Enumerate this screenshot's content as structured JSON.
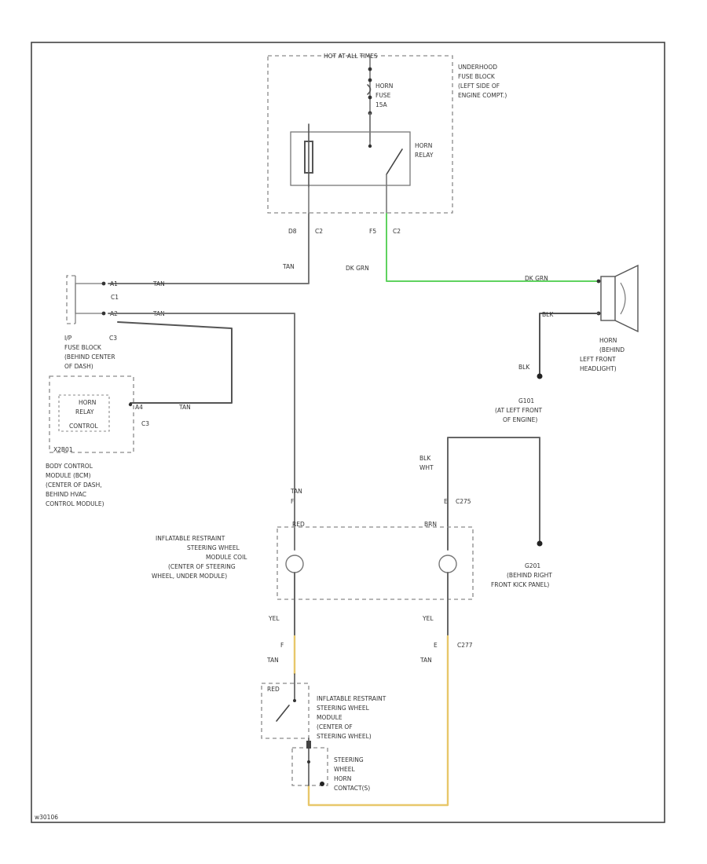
{
  "diagram": {
    "ref_code": "w30106",
    "colors": {
      "tan_wire": "#777777",
      "dk_grn_wire": "#5fd25f",
      "blk_wire": "#555555",
      "yellow_wire": "#e8c76a",
      "border": "#444444"
    },
    "underhood": {
      "hot_at_all_times": "HOT AT ALL TIMES",
      "block_label": [
        "UNDERHOOD",
        "FUSE BLOCK",
        "(LEFT SIDE OF",
        "ENGINE COMPT.)"
      ],
      "fuse_label": [
        "HORN",
        "FUSE",
        "15A"
      ],
      "relay_label": [
        "HORN",
        "RELAY"
      ],
      "pin_d8": "D8",
      "conn_d8": "C2",
      "pin_f5": "F5",
      "conn_f5": "C2"
    },
    "wires": {
      "tan_upper": "TAN",
      "dk_grn": "DK GRN",
      "dk_grn_horn": "DK GRN",
      "blk_horn": "BLK",
      "blk_ground": "BLK",
      "tan_ip1": "TAN",
      "tan_ip2": "TAN",
      "tan_bcm": "TAN",
      "tan_coil_top": "TAN",
      "blk_wht": [
        "BLK",
        "WHT"
      ],
      "red_left": "RED",
      "brn_right": "BRN",
      "yel_left": "YEL",
      "yel_right": "YEL",
      "tan_lower_left": "TAN",
      "tan_lower_right": "TAN",
      "red_switch": "RED"
    },
    "ip_block": {
      "conn_c1": "C1",
      "conn_c3": "C3",
      "pin_a1": "A1",
      "pin_a2": "A2",
      "label": [
        "I/P",
        "FUSE BLOCK",
        "(BEHIND CENTER",
        "OF DASH)"
      ]
    },
    "bcm": {
      "function_label": [
        "HORN",
        "RELAY",
        "CONTROL"
      ],
      "conn": "C3",
      "pin": "A4",
      "id_label": "X2B01",
      "label": [
        "BODY CONTROL",
        "MODULE (BCM)",
        "(CENTER OF DASH,",
        "BEHIND HVAC",
        "CONTROL MODULE)"
      ]
    },
    "horn": {
      "label": [
        "HORN",
        "(BEHIND",
        "LEFT FRONT",
        "HEADLIGHT)"
      ]
    },
    "g101": {
      "label": [
        "G101",
        "(AT LEFT FRONT",
        "OF ENGINE)"
      ]
    },
    "g201": {
      "label": [
        "G201",
        "(BEHIND RIGHT",
        "FRONT KICK PANEL)"
      ]
    },
    "coil": {
      "pin_f": "F",
      "pin_e": "E",
      "conn_c275": "C275",
      "label": [
        "INFLATABLE RESTRAINT",
        "STEERING WHEEL",
        "MODULE COIL",
        "(CENTER OF STEERING",
        "WHEEL, UNDER MODULE)"
      ],
      "pin_f2": "F",
      "pin_e2": "E",
      "conn_c277": "C277"
    },
    "module": {
      "label": [
        "INFLATABLE RESTRAINT",
        "STEERING WHEEL",
        "MODULE",
        "(CENTER OF",
        "STEERING WHEEL)"
      ],
      "horn_contact": [
        "STEERING",
        "WHEEL",
        "HORN",
        "CONTACT(S)"
      ]
    }
  }
}
